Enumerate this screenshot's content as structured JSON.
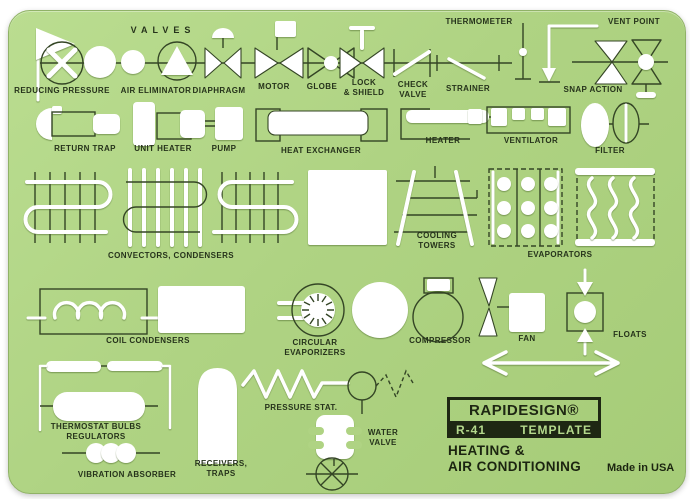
{
  "colors": {
    "template_green": "#afd383",
    "ink": "#344525",
    "cutout": "#ffffff",
    "brand_bar_bg": "#1e2713"
  },
  "labels": {
    "valves": "VALVES",
    "reducing_pressure": "REDUCING PRESSURE",
    "air_eliminator": "AIR ELIMINATOR",
    "diaphragm": "DIAPHRAGM",
    "motor": "MOTOR",
    "globe": "GLOBE",
    "lock_shield": "LOCK\n& SHIELD",
    "check_valve": "CHECK\nVALVE",
    "strainer": "STRAINER",
    "thermometer": "THERMOMETER",
    "vent_point": "VENT POINT",
    "snap_action": "SNAP ACTION",
    "return_trap": "RETURN TRAP",
    "unit_heater": "UNIT HEATER",
    "pump": "PUMP",
    "heat_exchanger": "HEAT EXCHANGER",
    "heater": "HEATER",
    "ventilator": "VENTILATOR",
    "filter": "FILTER",
    "convectors_condensers": "CONVECTORS, CONDENSERS",
    "cooling_towers": "COOLING\nTOWERS",
    "evaporators": "EVAPORATORS",
    "coil_condensers": "COIL CONDENSERS",
    "circular_evaporizers": "CIRCULAR\nEVAPORIZERS",
    "compressor": "COMPRESSOR",
    "fan": "FAN",
    "floats": "FLOATS",
    "thermostat_bulbs": "THERMOSTAT BULBS\nREGULATORS",
    "vibration_absorber": "VIBRATION ABSORBER",
    "receivers_traps": "RECEIVERS,\nTRAPS",
    "pressure_stat": "PRESSURE STAT.",
    "water_valve": "WATER\nVALVE"
  },
  "brand": {
    "name": "RAPIDESIGN®",
    "model": "R-41",
    "type": "TEMPLATE",
    "product": "HEATING &\nAIR CONDITIONING",
    "made_in": "Made in USA"
  }
}
